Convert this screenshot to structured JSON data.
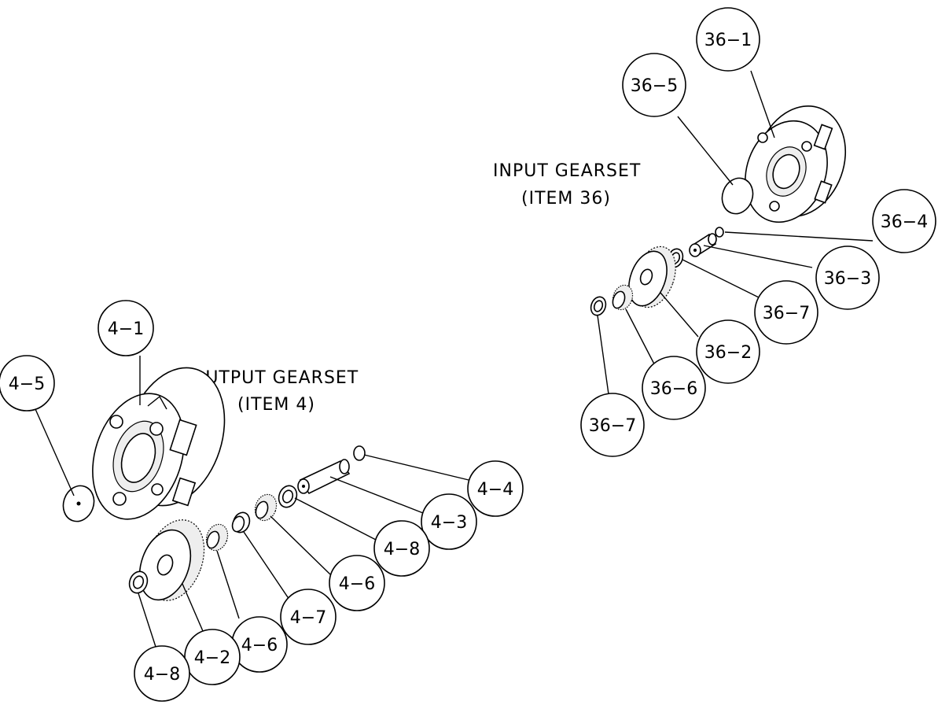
{
  "titles": {
    "input_line1": "INPUT GEARSET",
    "input_line2": "(ITEM 36)",
    "output_line1": "OUTPUT GEARSET",
    "output_line2": "(ITEM 4)"
  },
  "balloons": [
    {
      "id": "b36-1",
      "label": "36−1"
    },
    {
      "id": "b36-5",
      "label": "36−5"
    },
    {
      "id": "b36-4",
      "label": "36−4"
    },
    {
      "id": "b36-3",
      "label": "36−3"
    },
    {
      "id": "b36-7a",
      "label": "36−7"
    },
    {
      "id": "b36-2",
      "label": "36−2"
    },
    {
      "id": "b36-6",
      "label": "36−6"
    },
    {
      "id": "b36-7b",
      "label": "36−7"
    },
    {
      "id": "b4-1",
      "label": "4−1"
    },
    {
      "id": "b4-5",
      "label": "4−5"
    },
    {
      "id": "b4-4",
      "label": "4−4"
    },
    {
      "id": "b4-3",
      "label": "4−3"
    },
    {
      "id": "b4-8a",
      "label": "4−8"
    },
    {
      "id": "b4-6a",
      "label": "4−6"
    },
    {
      "id": "b4-7",
      "label": "4−7"
    },
    {
      "id": "b4-6b",
      "label": "4−6"
    },
    {
      "id": "b4-2",
      "label": "4−2"
    },
    {
      "id": "b4-8b",
      "label": "4−8"
    }
  ]
}
